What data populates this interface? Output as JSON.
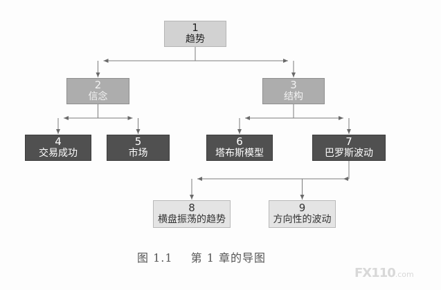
{
  "nodes": [
    {
      "id": "1",
      "label": "趋势"
    },
    {
      "id": "2",
      "label": "信念"
    },
    {
      "id": "3",
      "label": "结构"
    },
    {
      "id": "4",
      "label": "交易成功"
    },
    {
      "id": "5",
      "label": "市场"
    },
    {
      "id": "6",
      "label": "塔布斯模型"
    },
    {
      "id": "7",
      "label": "巴罗斯波动"
    },
    {
      "id": "8",
      "label": "横盘振荡的趋势"
    },
    {
      "id": "9",
      "label": "方向性的波动"
    }
  ],
  "edges": [
    {
      "from": "1",
      "to": "2"
    },
    {
      "from": "1",
      "to": "3"
    },
    {
      "from": "2",
      "to": "4"
    },
    {
      "from": "2",
      "to": "5"
    },
    {
      "from": "3",
      "to": "6"
    },
    {
      "from": "3",
      "to": "7"
    },
    {
      "from": "7",
      "to": "8"
    },
    {
      "from": "7",
      "to": "9"
    }
  ],
  "caption": {
    "figure_number": "图 1.1",
    "text": "第 1 章的导图"
  },
  "watermark": {
    "logo": "FX110",
    "domain": ".com"
  }
}
